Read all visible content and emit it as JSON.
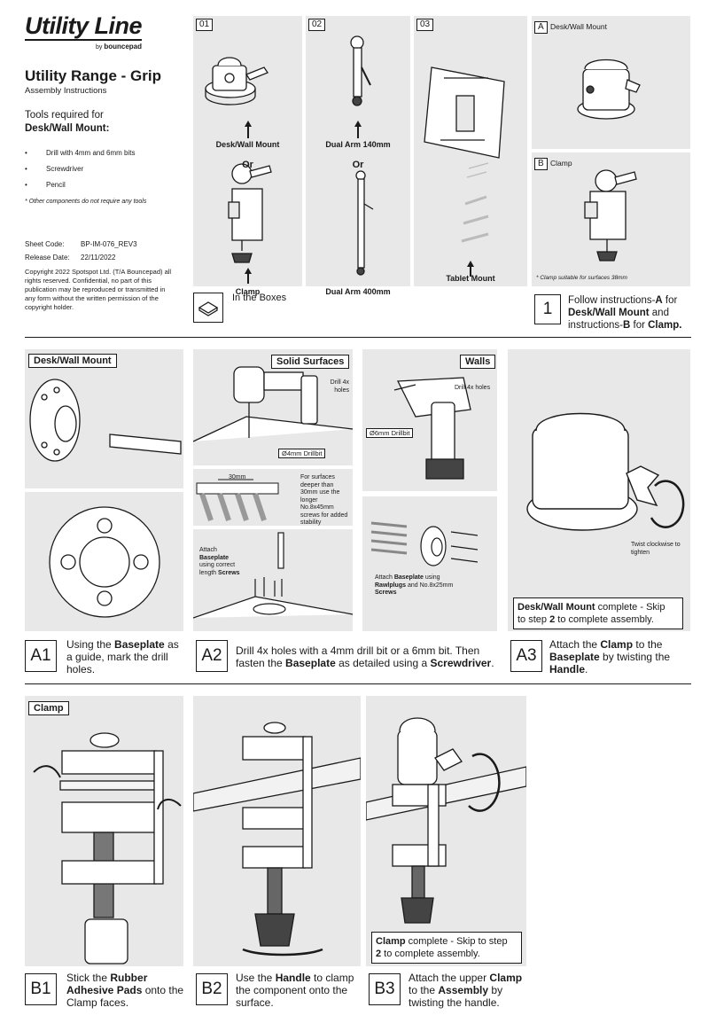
{
  "brand": {
    "logo": "Utility Line",
    "byline_prefix": "by",
    "byline_brand": "bouncepad"
  },
  "header": {
    "title": "Utility Range - Grip",
    "subtitle": "Assembly Instructions",
    "tools_heading_1": "Tools required for",
    "tools_heading_2": "Desk/Wall Mount:"
  },
  "tools": [
    "Drill with 4mm and 6mm bits",
    "Screwdriver",
    "Pencil"
  ],
  "tools_note": "* Other components do not require any tools",
  "meta": {
    "sheet_code_label": "Sheet Code:",
    "sheet_code": "BP-IM-076_REV3",
    "release_label": "Release Date:",
    "release_date": "22/11/2022"
  },
  "copyright": "Copyright 2022 Spotspot Ltd. (T/A Bouncepad) all rights reserved. Confidential, no part of this publication may be reproduced or transmitted in any form without the written permission of the copyright holder.",
  "boxes": {
    "box01": {
      "num": "01",
      "top": "Desk/Wall Mount",
      "or": "Or",
      "bottom": "Clamp"
    },
    "box02": {
      "num": "02",
      "top": "Dual Arm 140mm",
      "or": "Or",
      "bottom": "Dual Arm 400mm"
    },
    "box03": {
      "num": "03",
      "bottom": "Tablet Mount"
    },
    "in_boxes": "In the Boxes"
  },
  "variants": {
    "a_letter": "A",
    "a_label": "Desk/Wall Mount",
    "b_letter": "B",
    "b_label": "Clamp",
    "b_note": "* Clamp suitable for surfaces 38mm"
  },
  "step1": {
    "num": "1",
    "t1": "Follow instructions-",
    "t2": "A",
    "t3": " for",
    "t4": "Desk/Wall Mount",
    "t5": " and",
    "t6": "instructions-",
    "t7": "B",
    "t8": " for ",
    "t9": "Clamp."
  },
  "sectionA": {
    "title": "Desk/Wall Mount",
    "solid": "Solid Surfaces",
    "solid_drill": "Drill 4x holes",
    "solid_bit": "Ø4mm Drillbit",
    "solid_dim": "30mm",
    "solid_deeper": "For surfaces deeper than 30mm use the longer No.8x45mm screws for added stability",
    "attach_1": "Attach",
    "attach_2": "Baseplate",
    "attach_3": "using correct",
    "attach_4": "length",
    "attach_5": "Screws",
    "walls": "Walls",
    "walls_drill": "Drill 4x holes",
    "walls_bit": "Ø6mm Drillbit",
    "walls_attach_1": "Attach",
    "walls_attach_2": "Baseplate",
    "walls_attach_3": "using",
    "walls_attach_4": "Rawlplugs",
    "walls_attach_5": "and No.8x25mm",
    "walls_attach_6": "Screws",
    "twist": "Twist clockwise to tighten",
    "complete_1": "Desk/Wall Mount",
    "complete_2": " complete - Skip",
    "complete_3": "to step ",
    "complete_4": "2",
    "complete_5": " to complete assembly."
  },
  "stepA1": {
    "num": "A1",
    "t1": "Using the ",
    "t2": "Baseplate",
    "t3": " as",
    "t4": "a guide, mark the drill",
    "t5": "holes."
  },
  "stepA2": {
    "num": "A2",
    "t1": "Drill 4x holes with a 4mm drill bit or a 6mm bit. Then",
    "t2": "fasten the ",
    "t3": "Baseplate",
    "t4": " as detailed using a ",
    "t5": "Screwdriver",
    "t6": "."
  },
  "stepA3": {
    "num": "A3",
    "t1": "Attach the ",
    "t2": "Clamp",
    "t3": " to the",
    "t4": "Baseplate",
    "t5": " by twisting the",
    "t6": "Handle",
    "t7": "."
  },
  "sectionB": {
    "title": "Clamp",
    "complete_1": "Clamp",
    "complete_2": " complete - Skip to step",
    "complete_3": "2",
    "complete_4": " to complete assembly."
  },
  "stepB1": {
    "num": "B1",
    "t1": "Stick the ",
    "t2": "Rubber",
    "t3": "Adhesive Pads",
    "t4": " onto the",
    "t5": "Clamp faces."
  },
  "stepB2": {
    "num": "B2",
    "t1": "Use the ",
    "t2": "Handle",
    "t3": " to clamp",
    "t4": "the component onto the",
    "t5": "surface."
  },
  "stepB3": {
    "num": "B3",
    "t1": "Attach the upper ",
    "t2": "Clamp",
    "t3": "to the ",
    "t4": "Assembly",
    "t5": " by",
    "t6": "twisting the handle."
  }
}
